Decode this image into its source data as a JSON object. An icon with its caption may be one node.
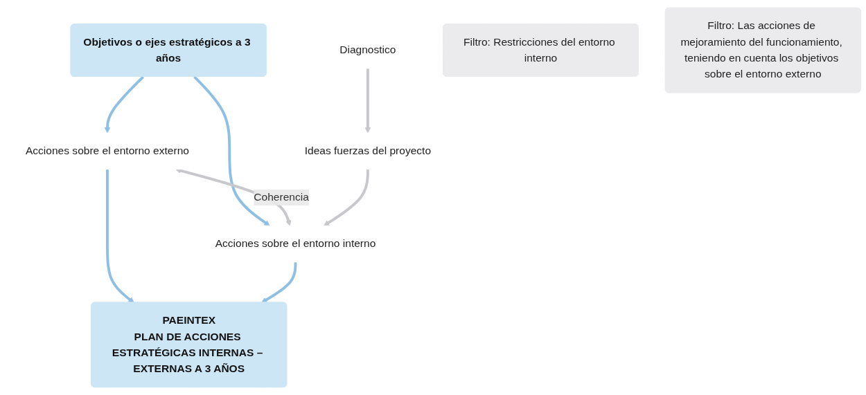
{
  "diagram": {
    "nodes": [
      {
        "text": [
          "Objetivos o ejes estratégicos a 3 años"
        ]
      },
      {
        "text": [
          "Acciones sobre el entorno externo"
        ]
      },
      {
        "text": [
          "Acciones sobre el entorno interno"
        ]
      },
      {
        "text": [
          "Ideas fuerzas del proyecto"
        ]
      },
      {
        "text": [
          "Diagnostico"
        ]
      },
      {
        "text": [
          "Filtro: Restricciones del entorno interno"
        ]
      },
      {
        "text": [
          "Filtro: Las acciones de mejoramiento del funcionamiento, teniendo en cuenta los objetivos sobre el entorno externo"
        ]
      },
      {
        "text": [
          "PAEINTEX",
          "PLAN DE ACCIONES ESTRATÉGICAS INTERNAS – EXTERNAS A 3 AÑOS"
        ]
      }
    ],
    "edges": [
      {
        "from": 0,
        "to": 1,
        "arrow": "to"
      },
      {
        "from": 0,
        "to": 2,
        "arrow": "to"
      },
      {
        "from": 1,
        "to": 2,
        "arrow": "both",
        "label": "Coherencia",
        "color": "#c8c8cc"
      },
      {
        "from": 4,
        "to": 3,
        "arrow": "to",
        "color": "#c8c8cc"
      },
      {
        "from": 3,
        "to": 2,
        "arrow": "to",
        "color": "#c8c8cc"
      },
      {
        "from": 1,
        "to": 7,
        "arrow": "to"
      },
      {
        "from": 2,
        "to": 7,
        "arrow": "to"
      }
    ]
  }
}
